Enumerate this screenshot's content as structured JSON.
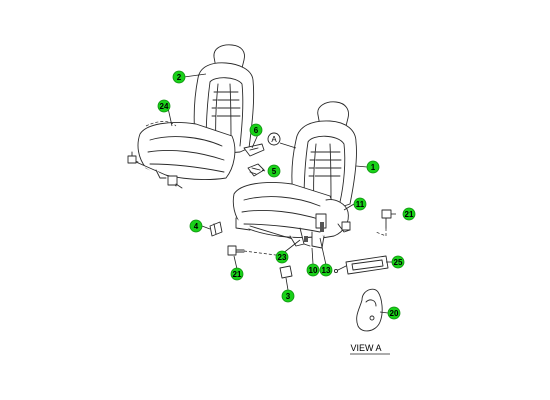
{
  "diagram": {
    "view_ref_letter": "A",
    "view_title": "VIEW A",
    "callouts": [
      {
        "key": "c1",
        "label": "1"
      },
      {
        "key": "c2",
        "label": "2"
      },
      {
        "key": "c3",
        "label": "3"
      },
      {
        "key": "c4",
        "label": "4"
      },
      {
        "key": "c5",
        "label": "5"
      },
      {
        "key": "c6",
        "label": "6"
      },
      {
        "key": "c10",
        "label": "10"
      },
      {
        "key": "c11",
        "label": "11"
      },
      {
        "key": "c13",
        "label": "13"
      },
      {
        "key": "c20",
        "label": "20"
      },
      {
        "key": "c21a",
        "label": "21"
      },
      {
        "key": "c21b",
        "label": "21"
      },
      {
        "key": "c23",
        "label": "23"
      },
      {
        "key": "c24",
        "label": "24"
      },
      {
        "key": "c25",
        "label": "25"
      }
    ],
    "colors": {
      "callout_fill": "#19d119",
      "line": "#2a2a2a"
    }
  }
}
